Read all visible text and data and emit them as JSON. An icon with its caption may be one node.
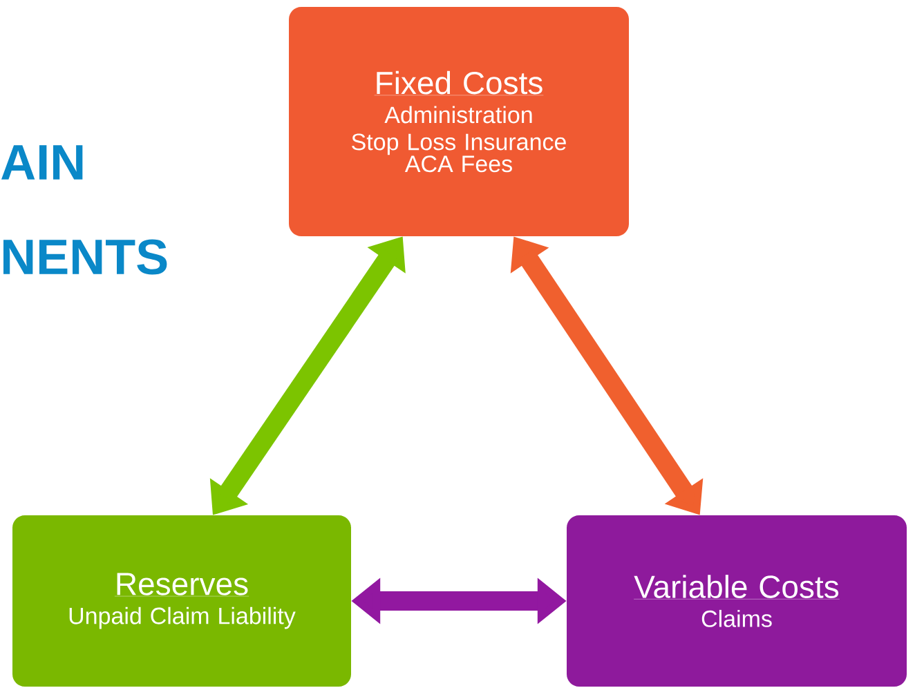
{
  "diagram": {
    "nodes": [
      {
        "text": [
          "Fixed Costs",
          "Administration",
          "Stop Loss Insurance ACA Fees"
        ]
      },
      {
        "text": [
          "Reserves",
          "Unpaid Claim Liability"
        ]
      },
      {
        "text": [
          "Variable Costs",
          "Claims"
        ]
      }
    ],
    "edges": [
      {
        "from": 0,
        "to": 1,
        "arrow": "both",
        "color": "#7cc400"
      },
      {
        "from": 0,
        "to": 2,
        "arrow": "both",
        "color": "#f0602e"
      },
      {
        "from": 1,
        "to": 2,
        "arrow": "both",
        "color": "#9218a0"
      }
    ],
    "labels": [
      "AIN",
      "NENTS"
    ]
  }
}
